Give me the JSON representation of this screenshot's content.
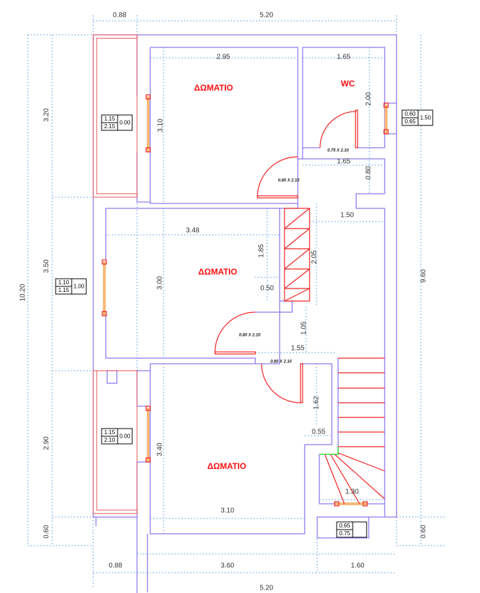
{
  "plan": {
    "overall_dims": {
      "top_left": "0.88",
      "top_total": "5.20",
      "left_1": "3.20",
      "left_2": "3.50",
      "left_3": "2.90",
      "left_4": "0.60",
      "left_total": "10.20",
      "right_total": "9.60",
      "right_bottom": "0.60",
      "bottom_1": "0.88",
      "bottom_2": "3.60",
      "bottom_3": "1.60",
      "bottom_total": "5.20"
    },
    "rooms": {
      "room1": "ΔΩΜΑΤΙΟ",
      "wc": "WC",
      "room2": "ΔΩΜΑΤΙΟ",
      "room3": "ΔΩΜΑΤΙΟ"
    },
    "inner_dims": {
      "r1_w": "2.95",
      "wc_w": "1.65",
      "r1_h": "3.10",
      "wc_h": "2.00",
      "hall_w": "1.65",
      "hall_h": "0.80",
      "stair_w": "1.50",
      "r2_w": "3.48",
      "r2_h1": "1.85",
      "closet_h": "2.05",
      "r2_h": "3.00",
      "r2_notch": "0.50",
      "hall2_h": "1.05",
      "hall2_w": "1.55",
      "r3_notch_h": "1.62",
      "r3_notch_w": "0.55",
      "r3_h": "3.40",
      "stair_bottom": "1.30",
      "r3_w": "3.10"
    },
    "doors": {
      "wc": "0.75 X 2.10",
      "room1": "0.80 X 2.10",
      "room2": "0.80 X 2.10",
      "room3": "0.80 X 2.10"
    },
    "windows": [
      {
        "w": "1.15",
        "h": "2.15",
        "sill": "0.00"
      },
      {
        "w": "1.10",
        "h": "1.15",
        "sill": "1.00"
      },
      {
        "w": "1.15",
        "h": "2.10",
        "sill": "0.00"
      },
      {
        "w": "0.60",
        "h": "0.65",
        "sill": "1.50"
      },
      {
        "w": "0.65",
        "h": "0.75",
        "sill": ""
      }
    ]
  }
}
